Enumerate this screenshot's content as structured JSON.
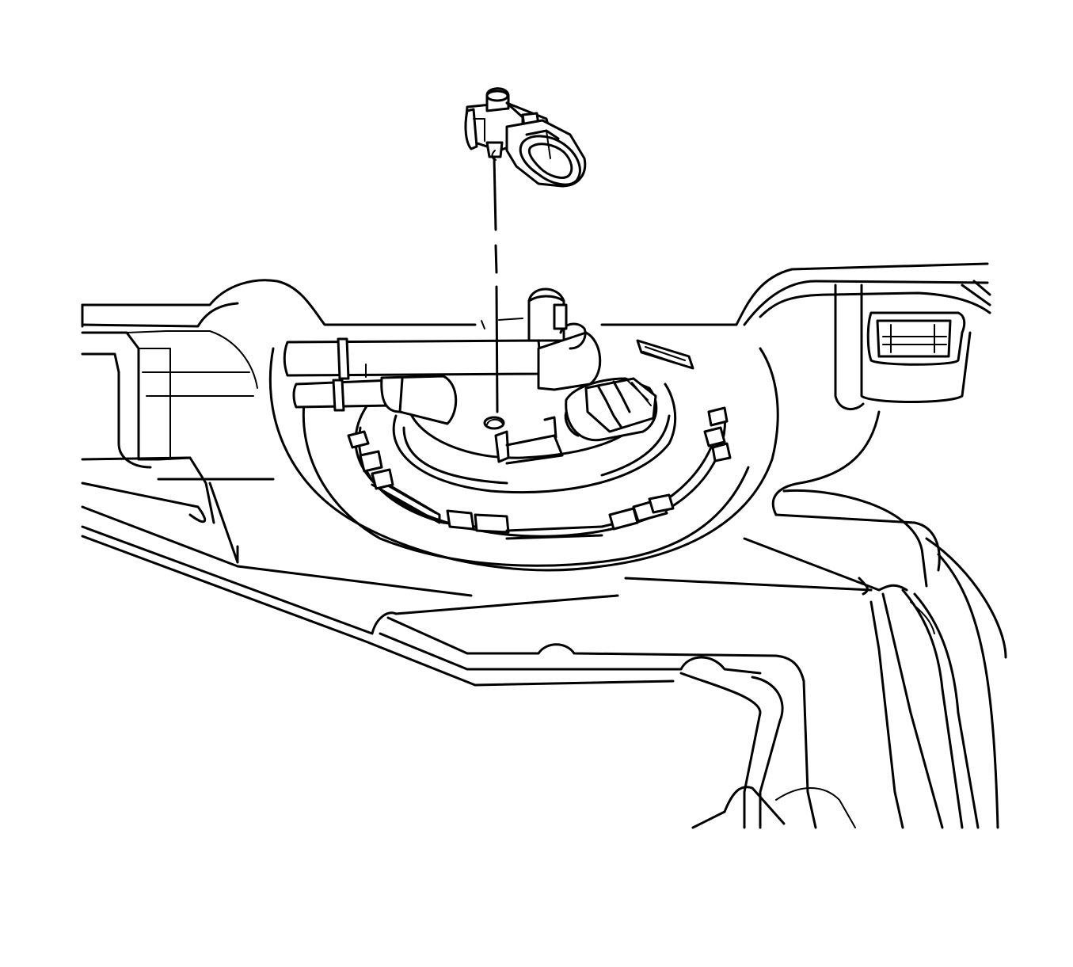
{
  "diagram": {
    "labels": [],
    "components": [
      "fuel-tank-pressure-sensor",
      "fuel-pump-module-cover",
      "fuel-tank",
      "vapor-line",
      "fuel-feed-line",
      "electrical-connector",
      "lock-ring"
    ]
  },
  "colors": {
    "line": "#000000",
    "background": "#ffffff"
  }
}
